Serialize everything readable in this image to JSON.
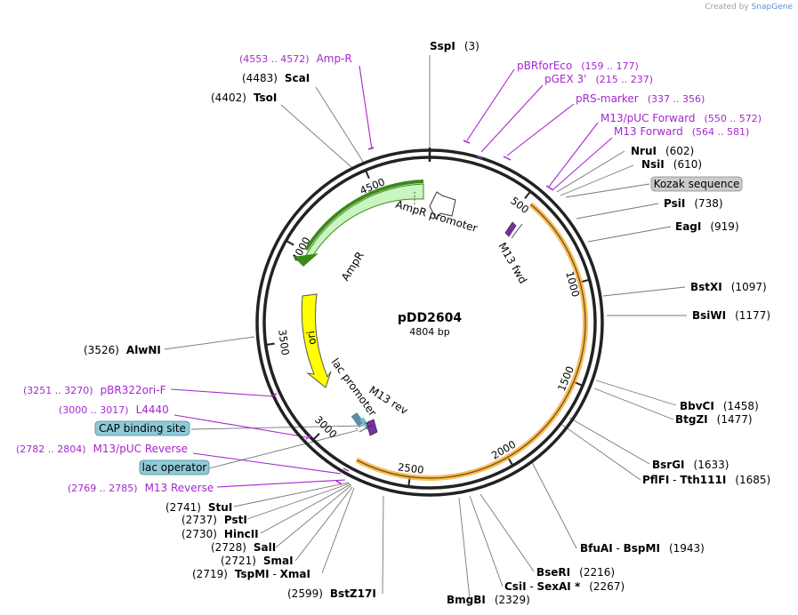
{
  "credit": {
    "prefix": "Created by",
    "brand": "SnapGene"
  },
  "plasmid": {
    "name": "pDD2604",
    "size": "4804 bp"
  },
  "ruler": [
    "500",
    "1000",
    "1500",
    "2000",
    "2500",
    "3000",
    "3500",
    "4000",
    "4500"
  ],
  "features": {
    "ampr_promoter": "AmpR promoter",
    "ampr": "AmpR",
    "ori": "ori",
    "lac_promoter": "lac promoter",
    "m13_rev": "M13 rev",
    "m13_fwd": "M13 fwd"
  },
  "sites": [
    {
      "name": "SspI",
      "pos": "(3)"
    },
    {
      "name": "ScaI",
      "pos": "(4483)"
    },
    {
      "name": "TsoI",
      "pos": "(4402)"
    },
    {
      "name": "NruI",
      "pos": "(602)"
    },
    {
      "name": "NsiI",
      "pos": "(610)"
    },
    {
      "name": "PsiI",
      "pos": "(738)"
    },
    {
      "name": "EagI",
      "pos": "(919)"
    },
    {
      "name": "BstXI",
      "pos": "(1097)"
    },
    {
      "name": "BsiWI",
      "pos": "(1177)"
    },
    {
      "name": "BbvCI",
      "pos": "(1458)"
    },
    {
      "name": "BtgZI",
      "pos": "(1477)"
    },
    {
      "name": "BsrGI",
      "pos": "(1633)"
    },
    {
      "name": "PflFI",
      "sep": " - ",
      "name2": "Tth111I",
      "pos": "(1685)"
    },
    {
      "name": "BfuAI",
      "sep": " - ",
      "name2": "BspMI",
      "pos": "(1943)"
    },
    {
      "name": "BseRI",
      "pos": "(2216)"
    },
    {
      "name": "CsiI",
      "sep": " - ",
      "name2": "SexAI *",
      "pos": "(2267)"
    },
    {
      "name": "BmgBI",
      "pos": "(2329)"
    },
    {
      "name": "BstZ17I",
      "pos": "(2599)"
    },
    {
      "name": "TspMI",
      "sep": " - ",
      "name2": "XmaI",
      "pos": "(2719)"
    },
    {
      "name": "SmaI",
      "pos": "(2721)"
    },
    {
      "name": "SalI",
      "pos": "(2728)"
    },
    {
      "name": "HincII",
      "pos": "(2730)"
    },
    {
      "name": "PstI",
      "pos": "(2737)"
    },
    {
      "name": "StuI",
      "pos": "(2741)"
    },
    {
      "name": "AlwNI",
      "pos": "(3526)"
    }
  ],
  "primers": [
    {
      "range": "(4553 .. 4572)",
      "name": "Amp-R"
    },
    {
      "name": "pBRforEco",
      "range": "(159 .. 177)"
    },
    {
      "name": "pGEX 3'",
      "range": "(215 .. 237)"
    },
    {
      "name": "pRS-marker",
      "range": "(337 .. 356)"
    },
    {
      "name": "M13/pUC Forward",
      "range": "(550 .. 572)"
    },
    {
      "name": "M13 Forward",
      "range": "(564 .. 581)"
    },
    {
      "range": "(3251 .. 3270)",
      "name": "pBR322ori-F"
    },
    {
      "range": "(3000 .. 3017)",
      "name": "L4440"
    },
    {
      "range": "(2782 .. 2804)",
      "name": "M13/pUC Reverse"
    },
    {
      "range": "(2769 .. 2785)",
      "name": "M13 Reverse"
    }
  ],
  "boxes": {
    "kozak": "Kozak sequence",
    "cap": "CAP binding site",
    "lac_operator": "lac operator"
  },
  "colors": {
    "primer": "#a726d0",
    "backbone": "#222222",
    "orange_feature": "#f5a623",
    "ampr": "#c9f5c1",
    "ampr_edge": "#3a8a1a",
    "ori": "#ffff00",
    "grey_box": "#cccccc",
    "blue_box": "#8fcbd6"
  }
}
